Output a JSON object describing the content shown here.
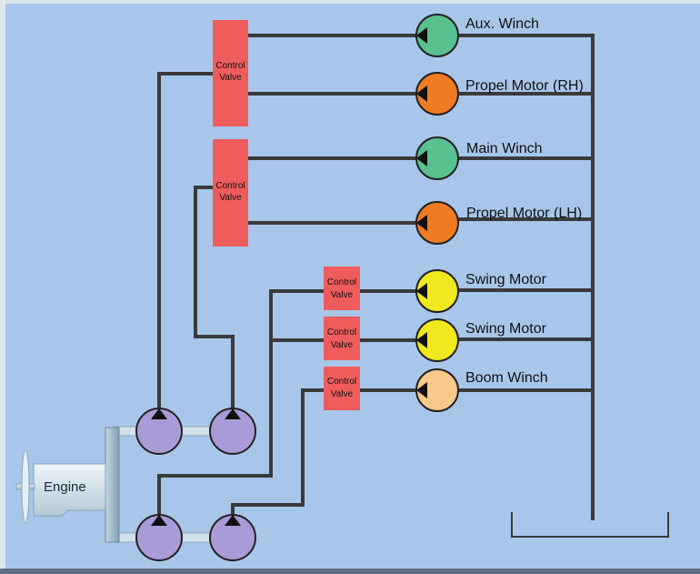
{
  "diagram": {
    "control_valve_label": [
      "Control",
      "Valve"
    ],
    "engine_label": "Engine",
    "motors": [
      {
        "label": "Aux. Winch",
        "color": "#58c18f"
      },
      {
        "label": "Propel Motor (RH)",
        "color": "#ef7b22"
      },
      {
        "label": "Main Winch",
        "color": "#58c18f"
      },
      {
        "label": "Propel Motor (LH)",
        "color": "#ef7b22"
      },
      {
        "label": "Swing Motor",
        "color": "#f2e81f"
      },
      {
        "label": "Swing Motor",
        "color": "#f2e81f"
      },
      {
        "label": "Boom Winch",
        "color": "#f9c98a"
      }
    ],
    "colors": {
      "background": "#a8c6ea",
      "pipe": "#3a3a3a",
      "control_valve": "#ef5c5c",
      "pump": "#a99ad8",
      "engine_body": "#d9e6ee"
    }
  }
}
